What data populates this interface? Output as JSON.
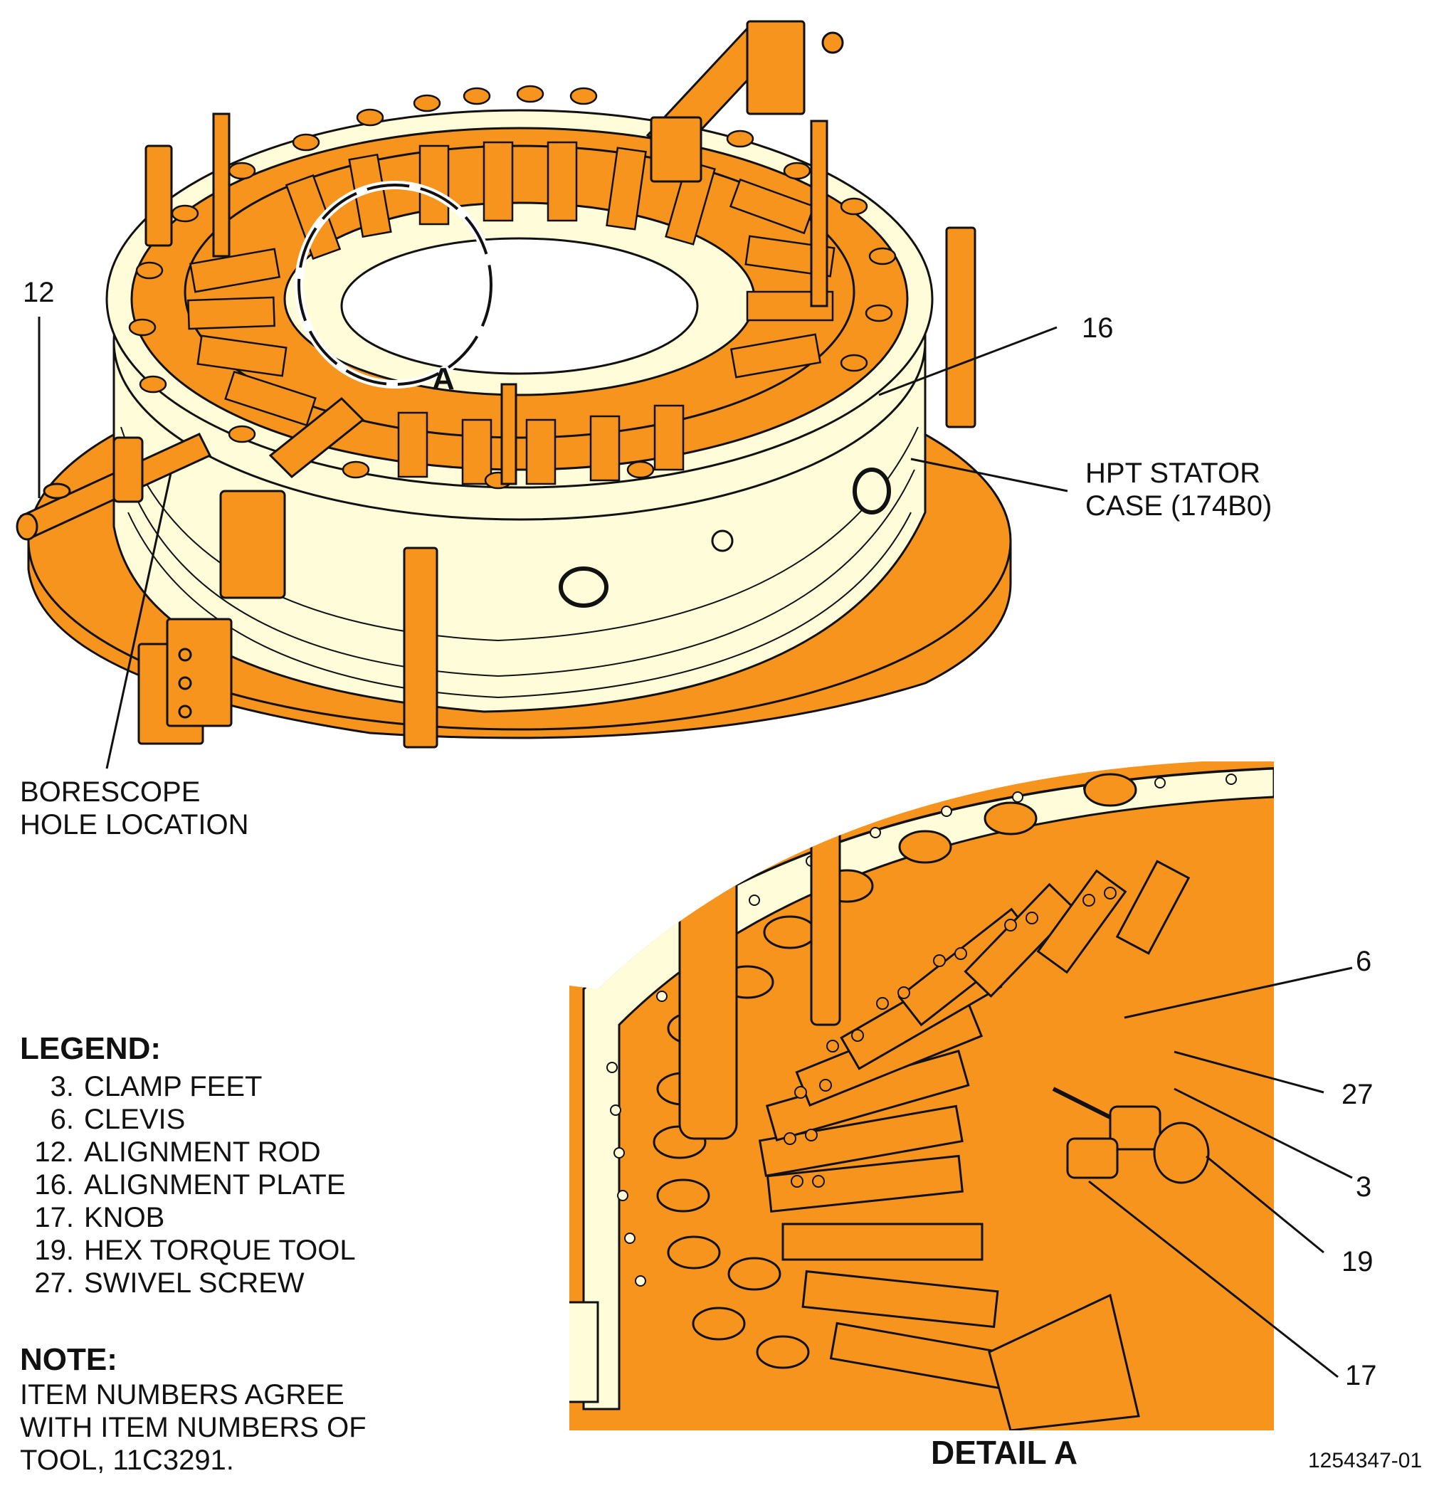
{
  "colors": {
    "tool_orange": "#F7941D",
    "stator_case_cream": "#FFFCD9",
    "outline": "#111111",
    "background": "#FFFFFF"
  },
  "callouts": {
    "main_view": {
      "c12": "12",
      "c16": "16",
      "detail_ref": "A",
      "hpt_stator_case": "HPT STATOR CASE (174B0)",
      "borescope_hole": "BORESCOPE HOLE LOCATION"
    },
    "detail_view": {
      "c6": "6",
      "c27": "27",
      "c3": "3",
      "c19": "19",
      "c17": "17",
      "title": "DETAIL A"
    }
  },
  "legend": {
    "heading": "LEGEND:",
    "items": [
      {
        "num": "3.",
        "text": "CLAMP FEET"
      },
      {
        "num": "6.",
        "text": "CLEVIS"
      },
      {
        "num": "12.",
        "text": "ALIGNMENT ROD"
      },
      {
        "num": "16.",
        "text": "ALIGNMENT PLATE"
      },
      {
        "num": "17.",
        "text": "KNOB"
      },
      {
        "num": "19.",
        "text": "HEX TORQUE TOOL"
      },
      {
        "num": "27.",
        "text": "SWIVEL SCREW"
      }
    ]
  },
  "note": {
    "heading": "NOTE:",
    "text": "ITEM NUMBERS AGREE WITH ITEM NUMBERS OF TOOL, 11C3291."
  },
  "figure_id": "1254347-01"
}
